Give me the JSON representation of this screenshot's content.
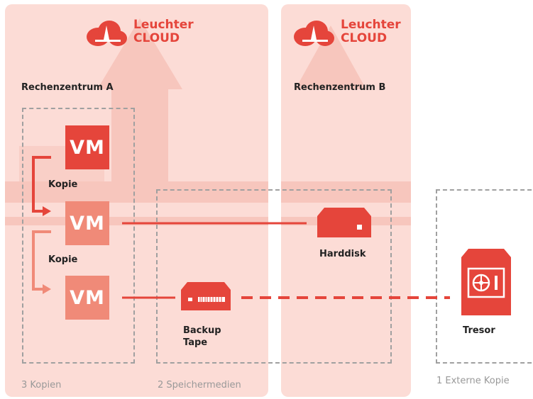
{
  "brand": {
    "line1": "Leuchter",
    "line2": "CLOUD"
  },
  "datacenters": [
    {
      "title": "Rechenzentrum A"
    },
    {
      "title": "Rechenzentrum B"
    }
  ],
  "vms": [
    {
      "label": "VM",
      "shade": "dark"
    },
    {
      "label": "VM",
      "shade": "light"
    },
    {
      "label": "VM",
      "shade": "light"
    }
  ],
  "copy_labels": [
    "Kopie",
    "Kopie"
  ],
  "media": {
    "harddisk": "Harddisk",
    "backup_line1": "Backup",
    "backup_line2": "Tape",
    "tresor": "Tresor"
  },
  "footers": [
    "3 Kopien",
    "2 Speichermedien",
    "1 Externe Kopie"
  ],
  "colors": {
    "accent": "#e5453b",
    "accent_light": "#f08a78",
    "panel": "#fcdcd6",
    "dash": "#a0a0a0"
  }
}
